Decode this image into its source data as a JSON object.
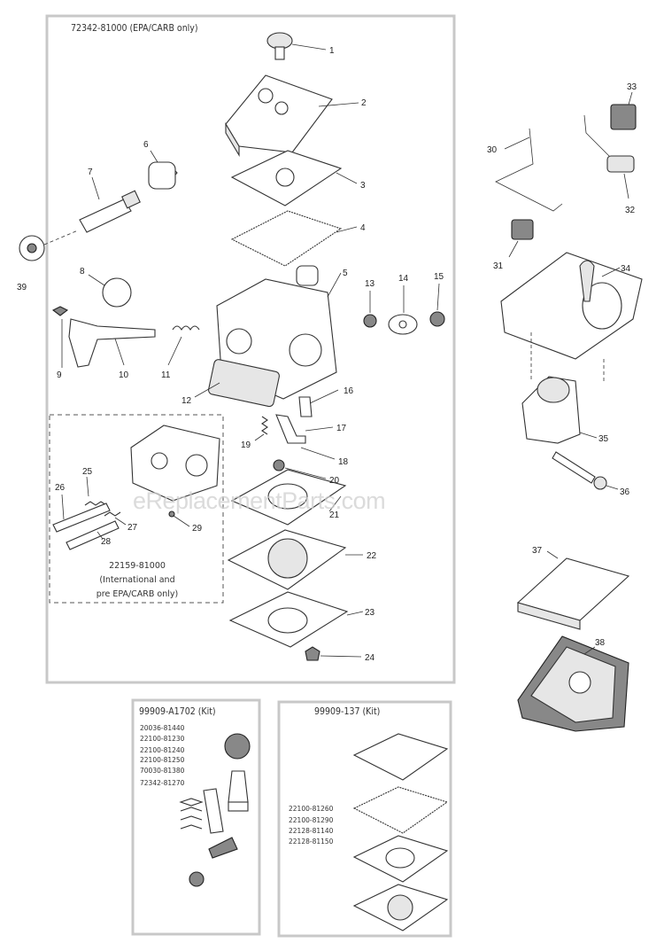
{
  "main_box": {
    "title": "72342-81000 (EPA/CARB  only)"
  },
  "inset": {
    "note_lines": [
      "22159-81000",
      "(International and",
      "pre EPA/CARB only)"
    ]
  },
  "watermark": "eReplacementParts.com",
  "callouts": [
    "1",
    "2",
    "3",
    "4",
    "5",
    "6",
    "7",
    "8",
    "9",
    "10",
    "11",
    "12",
    "13",
    "14",
    "15",
    "16",
    "17",
    "18",
    "19",
    "20",
    "21",
    "22",
    "23",
    "24",
    "25",
    "26",
    "27",
    "28",
    "29",
    "30",
    "31",
    "32",
    "33",
    "34",
    "35",
    "36",
    "37",
    "38",
    "39"
  ],
  "kit_a": {
    "title": "99909-A1702 (Kit)",
    "parts": [
      "20036-81440",
      "22100-81230",
      "22100-81240",
      "22100-81250",
      "70030-81380",
      "72342-81270"
    ]
  },
  "kit_b": {
    "title": "99909-137 (Kit)",
    "parts": [
      "22100-81260",
      "22100-81290",
      "22128-81140",
      "22128-81150"
    ]
  }
}
